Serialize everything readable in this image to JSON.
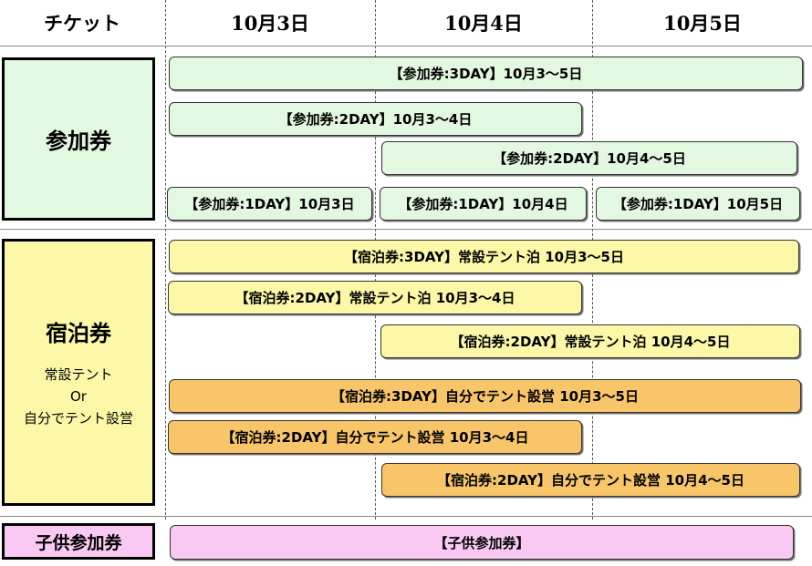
{
  "header": {
    "ticket": "チケット",
    "dates": [
      "10月3日",
      "10月4日",
      "10月5日"
    ]
  },
  "categories": {
    "sanka": {
      "title": "参加券"
    },
    "shukuhaku": {
      "title": "宿泊券",
      "sub": [
        "常設テント",
        "Or",
        "自分でテント設営"
      ]
    },
    "kodomo": {
      "title": "子供参加券"
    }
  },
  "colors": {
    "participation": "#e3f8e0",
    "lodging_fixed_tent": "#fdf8a8",
    "lodging_own_tent": "#f8c668",
    "child": "#f9c8f3"
  },
  "bars": {
    "p3": "【参加券:3DAY】10月3～5日",
    "p2a": "【参加券:2DAY】10月3～4日",
    "p2b": "【参加券:2DAY】10月4～5日",
    "p1a": "【参加券:1DAY】10月3日",
    "p1b": "【参加券:1DAY】10月4日",
    "p1c": "【参加券:1DAY】10月5日",
    "s3": "【宿泊券:3DAY】常設テント泊 10月3～5日",
    "s2a": "【宿泊券:2DAY】常設テント泊 10月3～4日",
    "s2b": "【宿泊券:2DAY】常設テント泊 10月4～5日",
    "o3": "【宿泊券:3DAY】自分でテント設営 10月3～5日",
    "o2a": "【宿泊券:2DAY】自分でテント設営 10月3～4日",
    "o2b": "【宿泊券:2DAY】自分でテント設営 10月4～5日",
    "c": "【子供参加券】"
  }
}
